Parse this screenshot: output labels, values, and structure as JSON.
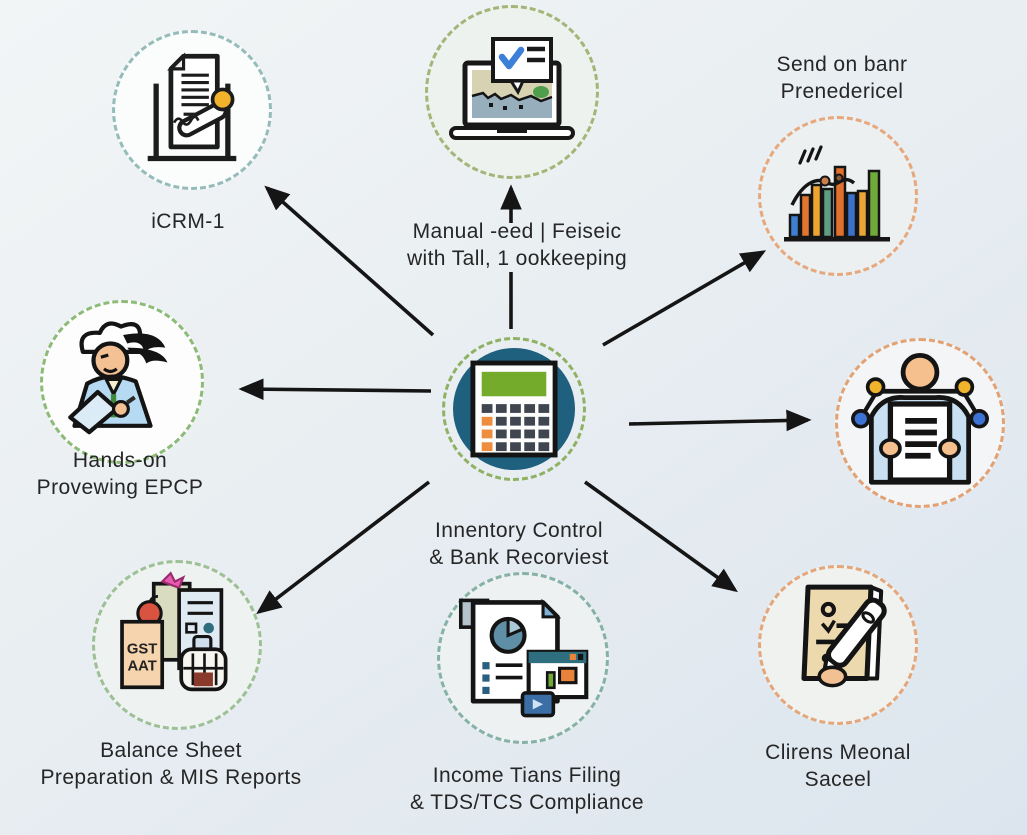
{
  "colors": {
    "background_top": "#f2f5f6",
    "background_bottom": "#dce5ee",
    "arrow": "#151515",
    "text": "#262626",
    "center_circle_fill": "#20607f"
  },
  "nodes": {
    "top_left": {
      "icon": "certificate-icon",
      "border": "#96bcb9",
      "lines": [
        "iCRM-1"
      ]
    },
    "top_center": {
      "icon": "laptop-map-icon",
      "border": "#a3b578",
      "lines": [
        "Manual -eed | Feiseic",
        "with Tall, 1 ookkeeping"
      ]
    },
    "top_right": {
      "icon": "bar-chart-icon",
      "border": "#e6a87c",
      "lines": [
        "Send on banr",
        "Prenedericel"
      ]
    },
    "left": {
      "icon": "accountant-person-icon",
      "border": "#8cbb78",
      "lines": [
        "Hands-on",
        "Provewing EPCP"
      ]
    },
    "center": {
      "icon": "calculator-icon",
      "border": "#8fb163",
      "lines": [
        "Innentory Control",
        "& Bank Recorviest"
      ]
    },
    "right": {
      "icon": "person-document-network-icon",
      "border": "#e2a274",
      "lines": []
    },
    "bottom_left": {
      "icon": "gst-documents-icon",
      "border": "#9dc096",
      "lines": [
        "Balance Sheet",
        "Preparation & MIS Reports"
      ],
      "card_lines": [
        "GST",
        "AAT"
      ]
    },
    "bottom_center": {
      "icon": "tax-filing-icon",
      "border": "#86b1a6",
      "lines": [
        "Income Tians Filing",
        "& TDS/TCS Compliance"
      ]
    },
    "bottom_right": {
      "icon": "notepad-pen-icon",
      "border": "#e4a77c",
      "lines": [
        "Clirens Meonal",
        "Saceel"
      ]
    }
  }
}
